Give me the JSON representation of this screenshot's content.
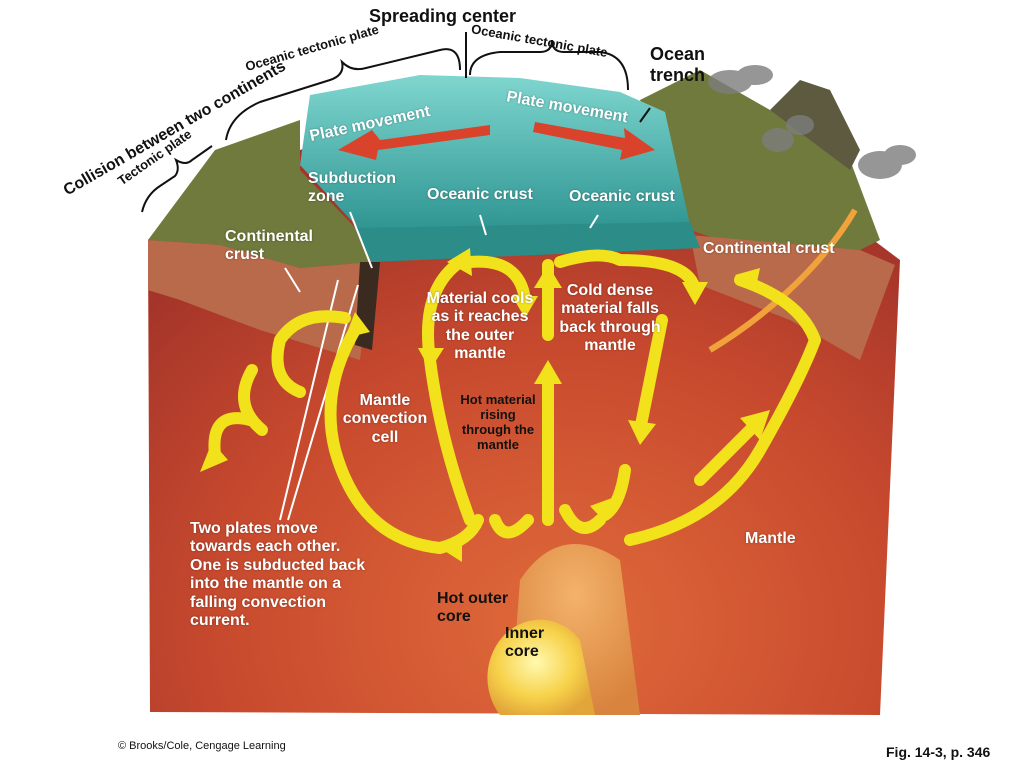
{
  "labels": {
    "spreading_center": "Spreading center",
    "oceanic_plate_left": "Oceanic tectonic plate",
    "oceanic_plate_right": "Oceanic tectonic plate",
    "ocean_trench": "Ocean\ntrench",
    "collision": "Collision between two continents",
    "tectonic_plate": "Tectonic plate",
    "plate_movement_left": "Plate movement",
    "plate_movement_right": "Plate movement",
    "subduction_zone": "Subduction\nzone",
    "oceanic_crust_left": "Oceanic crust",
    "oceanic_crust_right": "Oceanic crust",
    "continental_crust_left": "Continental\ncrust",
    "continental_crust_right": "Continental crust",
    "material_cools": "Material cools\nas it reaches\nthe outer\nmantle",
    "cold_dense": "Cold dense\nmaterial falls\nback through\nmantle",
    "mantle_convection": "Mantle\nconvection\ncell",
    "hot_material": "Hot material\nrising\nthrough the\nmantle",
    "two_plates": "Two plates move\ntowards each other.\nOne is subducted back\ninto the mantle on a\nfalling convection\ncurrent.",
    "mantle": "Mantle",
    "hot_outer_core": "Hot outer\ncore",
    "inner_core": "Inner\ncore",
    "copyright": "© Brooks/Cole, Cengage Learning",
    "fig_ref": "Fig. 14-3, p. 346"
  },
  "colors": {
    "ocean": "#4fb3b0",
    "mantle": "#c8452c",
    "arrow": "#f2e21c",
    "plate_arrow": "#d9432b",
    "land": "#7a7a3a"
  }
}
